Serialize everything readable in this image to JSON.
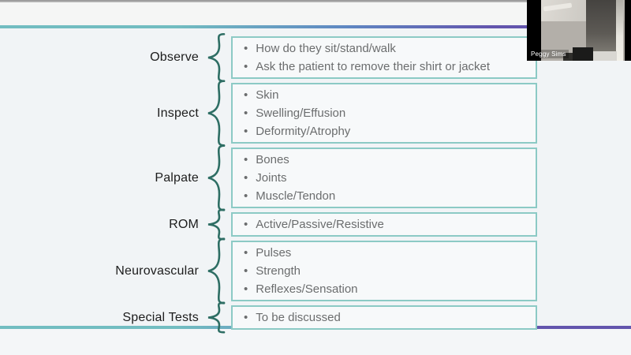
{
  "slide": {
    "rows": [
      {
        "label": "Observe",
        "items": [
          "How do they sit/stand/walk",
          "Ask the patient to remove their shirt or jacket"
        ]
      },
      {
        "label": "Inspect",
        "items": [
          "Skin",
          "Swelling/Effusion",
          "Deformity/Atrophy"
        ]
      },
      {
        "label": "Palpate",
        "items": [
          "Bones",
          "Joints",
          "Muscle/Tendon"
        ]
      },
      {
        "label": "ROM",
        "items": [
          "Active/Passive/Resistive"
        ]
      },
      {
        "label": "Neurovascular",
        "items": [
          "Pulses",
          "Strength",
          "Reflexes/Sensation"
        ]
      },
      {
        "label": "Special Tests",
        "items": [
          "To be discussed"
        ]
      }
    ],
    "bullet_glyph": "•",
    "colors": {
      "accent_teal": "#72bdc1",
      "accent_blue": "#5f87c2",
      "accent_purple": "#6355ad",
      "box_border": "#8ccac5",
      "brace": "#2e6e64",
      "label_text": "#1c1c1c",
      "item_text": "#6b6d6e"
    }
  },
  "webcam": {
    "participant_name": "Peggy Sims"
  }
}
